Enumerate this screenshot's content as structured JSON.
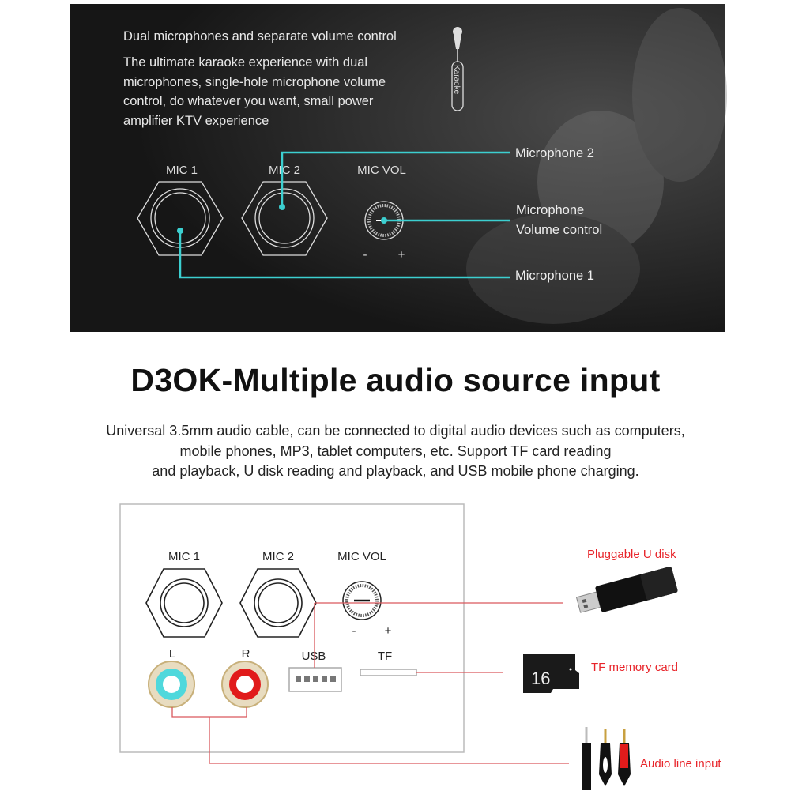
{
  "karaoke_panel": {
    "heading": "Dual microphones and separate volume control",
    "description_lines": [
      "The ultimate karaoke experience with dual",
      "microphones, single-hole microphone volume",
      "control, do whatever you want, small power",
      "amplifier KTV experience"
    ],
    "mic_badge": "Karaoke",
    "port_labels": {
      "mic1": "MIC 1",
      "mic2": "MIC 2",
      "mic_vol": "MIC VOL",
      "minus": "-",
      "plus": "+"
    },
    "callouts": {
      "microphone2": "Microphone 2",
      "volume_line1": "Microphone",
      "volume_line2": "Volume control",
      "microphone1": "Microphone 1"
    },
    "accent_color": "#3ccfd0"
  },
  "section": {
    "title": "D3OK-Multiple audio source input",
    "description_lines": [
      "Universal 3.5mm audio cable, can be connected to digital audio devices such as computers,",
      "mobile phones, MP3, tablet computers, etc. Support TF card reading",
      "and playback, U disk reading and playback, and USB mobile phone charging."
    ]
  },
  "panel_diagram": {
    "port_labels": {
      "mic1": "MIC 1",
      "mic2": "MIC 2",
      "mic_vol": "MIC VOL",
      "minus": "-",
      "plus": "+",
      "left": "L",
      "right": "R",
      "usb": "USB",
      "tf": "TF"
    },
    "callouts": {
      "u_disk": "Pluggable U disk",
      "tf_card": "TF memory card",
      "audio_line": "Audio line input"
    },
    "tf_card_capacity": "16",
    "callout_color": "#e8242a",
    "line_color": "#d9585c"
  }
}
